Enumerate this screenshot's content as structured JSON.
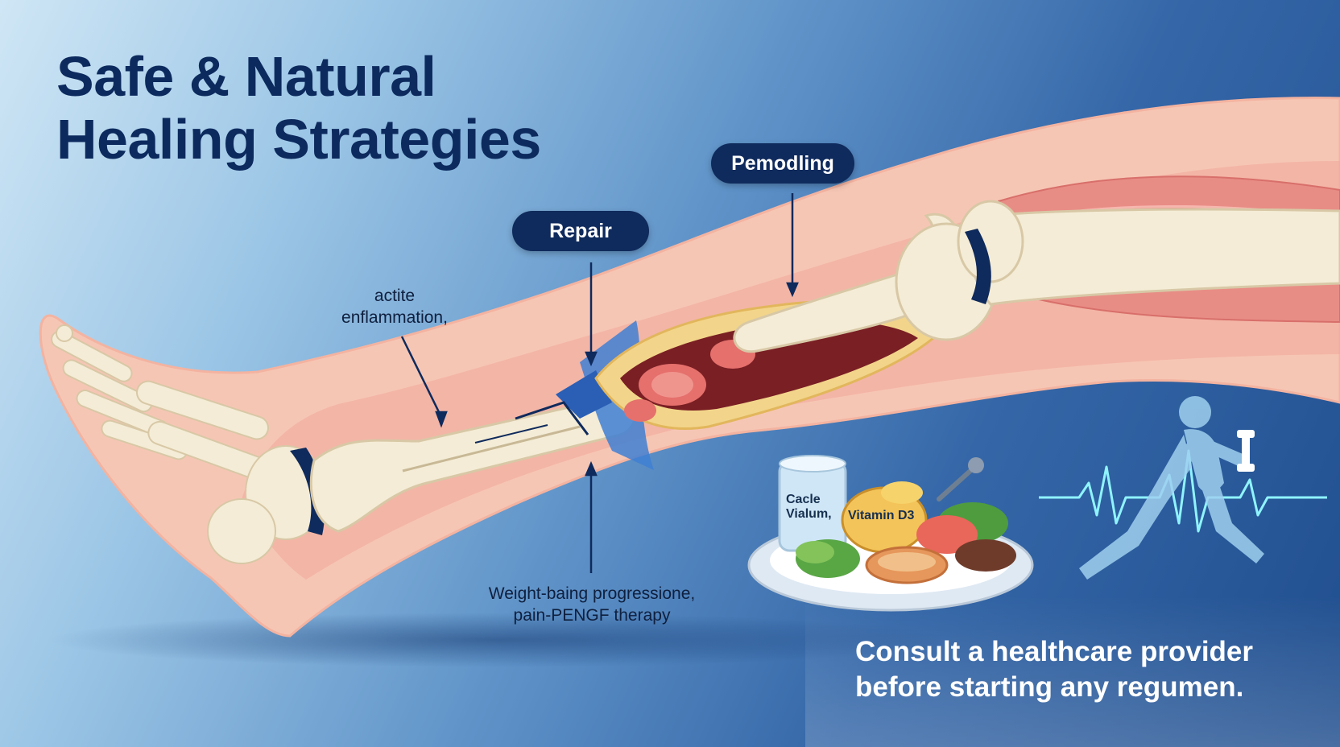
{
  "title": {
    "line1": "Safe & Natural",
    "line2": "Healing Strategies"
  },
  "callouts": {
    "repair": "Repair",
    "remodeling": "Pemodling",
    "inflammation": {
      "line1": "actite",
      "line2": "enflammation,"
    },
    "weight_bearing": {
      "line1": "Weight-baing progressione,",
      "line2": "pain-PENGF therapy"
    }
  },
  "nutrition": {
    "glass_label": {
      "line1": "Cacle",
      "line2": "Vialum,"
    },
    "cheese_label": "Vitamin D3"
  },
  "footer": {
    "line1": "Consult a healthcare provider",
    "line2": "before starting any regumen."
  },
  "colors": {
    "title": "#0d2a5e",
    "pill_bg": "#0f2a5c",
    "skin": "#f6c6b4",
    "bone": "#f4ecd6",
    "muscle": "#e88d86",
    "pulse": "#8ff4ff",
    "runner": "#9fd0ef"
  },
  "icons": [
    "leg-anatomy-icon",
    "fracture-icon",
    "nutrition-plate-icon",
    "runner-icon",
    "heartbeat-line-icon",
    "dumbbell-icon",
    "fork-icon"
  ]
}
